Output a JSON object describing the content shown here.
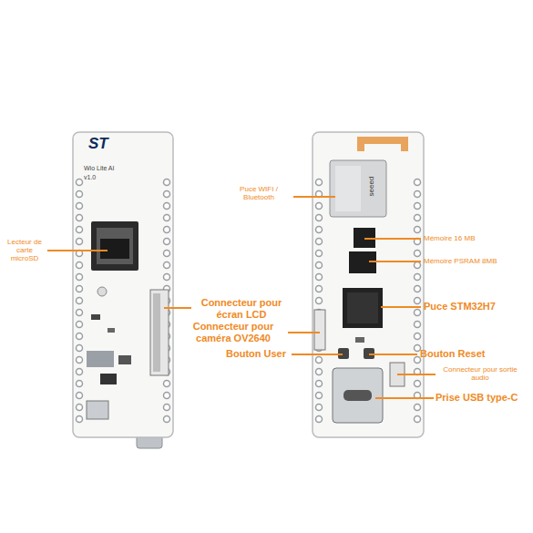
{
  "diagram": {
    "labels": [
      "ST",
      "Wio Lite AI",
      "v1.0",
      "seeed",
      "Lecteur de carte microSD",
      "Connecteur pour écran LCD",
      "Connecteur pour caméra OV2640",
      "Bouton User",
      "Puce WIFI / Bluetooth",
      "Mémoire 16 MB",
      "Mémoire PSRAM 8MB",
      "Puce STM32H7",
      "Bouton Reset",
      "Connecteur pour sortie audio",
      "Prise USB type-C"
    ]
  }
}
